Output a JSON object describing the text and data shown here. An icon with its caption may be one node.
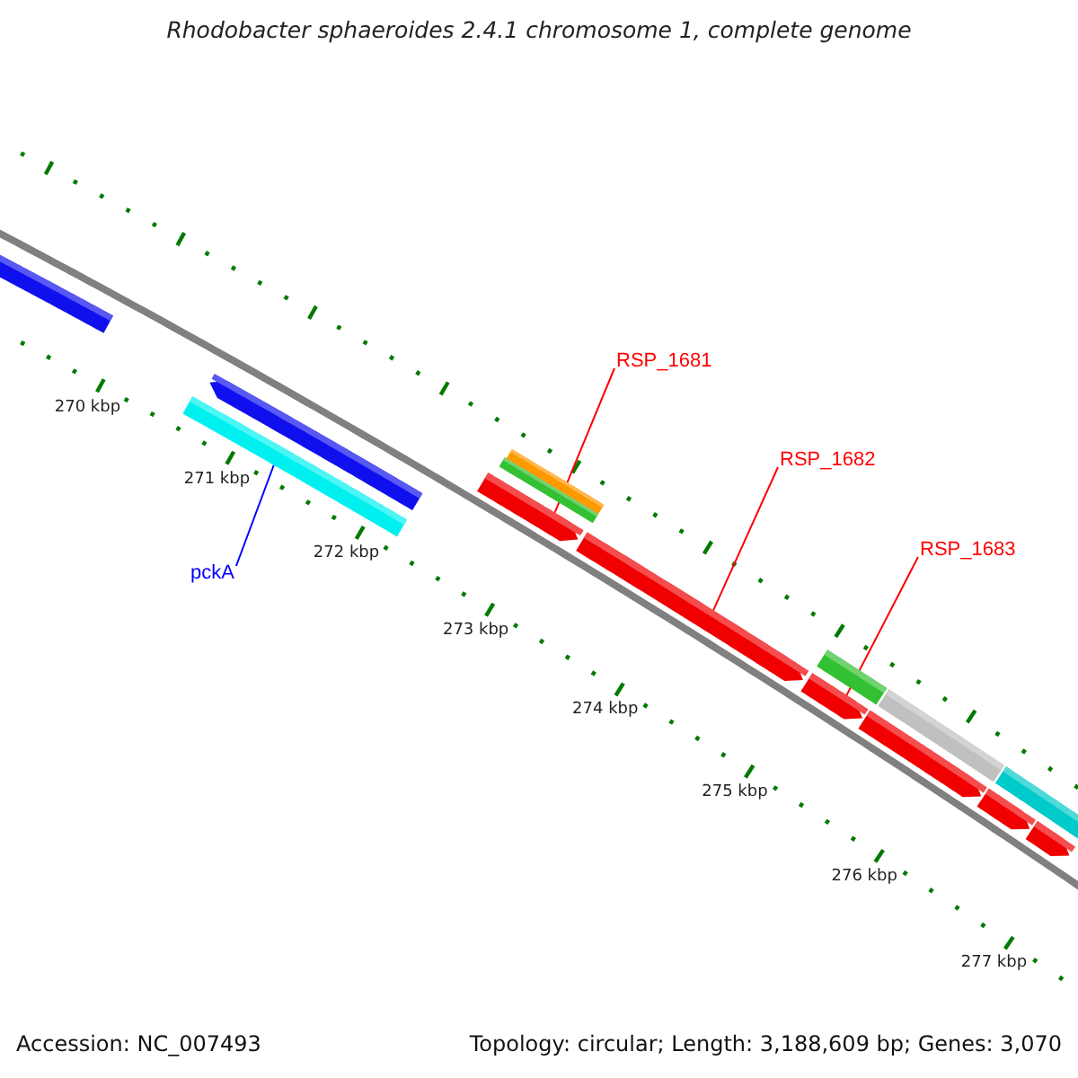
{
  "diagram": {
    "title": "Rhodobacter sphaeroides 2.4.1 chromosome 1, complete genome",
    "nodes": [
      {
        "text": [],
        "shape": "bar"
      },
      {
        "text": [],
        "shape": "bar"
      },
      {
        "text": [],
        "shape": "bar"
      },
      {
        "text": [],
        "shape": "bar"
      },
      {
        "text": [],
        "shape": "bar"
      },
      {
        "text": [],
        "shape": "bar"
      },
      {
        "text": [],
        "shape": "bar"
      },
      {
        "text": [],
        "shape": "bar"
      },
      {
        "text": [],
        "shape": "bar"
      },
      {
        "text": [],
        "shape": "bar"
      },
      {
        "text": [],
        "shape": "bar"
      },
      {
        "text": [],
        "shape": "bar"
      },
      {
        "text": [],
        "shape": "bar"
      },
      {
        "text": [],
        "shape": "bar"
      },
      {
        "text": [
          "pckA"
        ]
      },
      {
        "text": [
          "RSP_1681"
        ]
      },
      {
        "text": [
          "RSP_1682"
        ]
      },
      {
        "text": [
          "RSP_1683"
        ]
      }
    ],
    "edges": [
      {
        "from": 14,
        "to": 1,
        "arrow": "none",
        "color": "#0000ff"
      },
      {
        "from": 15,
        "to": 3,
        "arrow": "none"
      },
      {
        "from": 16,
        "to": 6,
        "arrow": "none"
      },
      {
        "from": 17,
        "to": 7,
        "arrow": "none"
      }
    ],
    "labels": [
      "270 kbp",
      "271 kbp",
      "272 kbp",
      "273 kbp",
      "274 kbp",
      "275 kbp",
      "276 kbp",
      "277 kbp",
      "Accession: NC_007493",
      "Topology: circular; Length: 3,188,609 bp; Genes: 3,070"
    ]
  }
}
